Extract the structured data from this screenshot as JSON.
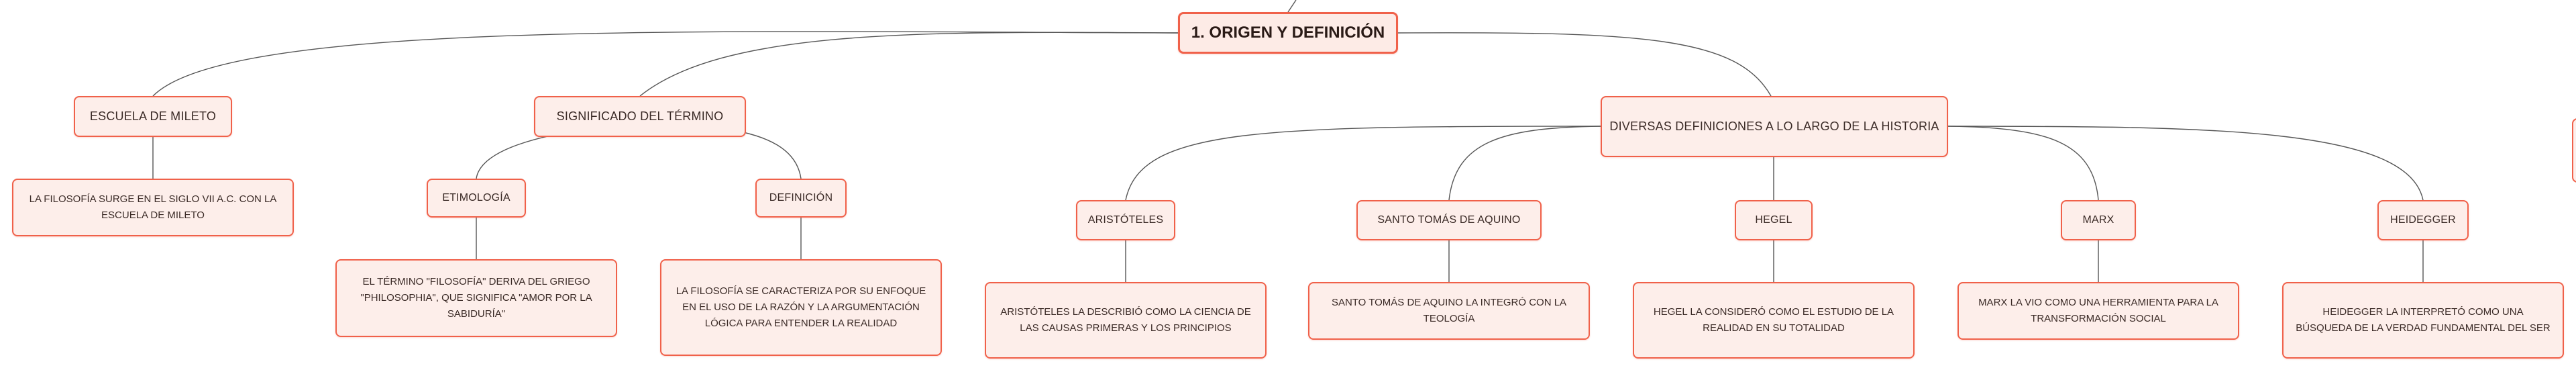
{
  "diagram": {
    "root": {
      "label": "1. ORIGEN Y DEFINICIÓN"
    },
    "branches": {
      "mileto": {
        "label": "ESCUELA DE MILETO",
        "text": "LA FILOSOFÍA SURGE EN EL SIGLO VII A.C. CON LA ESCUELA DE MILETO"
      },
      "significado": {
        "label": "SIGNIFICADO DEL TÉRMINO",
        "etimologia": {
          "label": "ETIMOLOGÍA",
          "text": "EL TÉRMINO \"FILOSOFÍA\" DERIVA DEL GRIEGO \"PHILOSOPHIA\", QUE SIGNIFICA \"AMOR POR LA SABIDURÍA\""
        },
        "definicion": {
          "label": "DEFINICIÓN",
          "text": "LA FILOSOFÍA SE CARACTERIZA POR SU ENFOQUE EN EL USO DE LA RAZÓN Y LA ARGUMENTACIÓN LÓGICA PARA ENTENDER LA REALIDAD"
        }
      },
      "diversas": {
        "label": "DIVERSAS DEFINICIONES A LO LARGO DE LA HISTORIA",
        "aristoteles": {
          "label": "ARISTÓTELES",
          "text": "ARISTÓTELES LA DESCRIBIÓ COMO LA CIENCIA DE LAS CAUSAS PRIMERAS Y LOS PRINCIPIOS"
        },
        "tomas": {
          "label": "SANTO TOMÁS DE AQUINO",
          "text": "SANTO TOMÁS DE AQUINO LA INTEGRÓ CON LA TEOLOGÍA"
        },
        "hegel": {
          "label": "HEGEL",
          "text": "HEGEL LA CONSIDERÓ COMO EL ESTUDIO DE LA REALIDAD EN SU TOTALIDAD"
        },
        "marx": {
          "label": "MARX",
          "text": "MARX LA VIO COMO UNA HERRAMIENTA PARA LA TRANSFORMACIÓN SOCIAL"
        },
        "heidegger": {
          "label": "HEIDEGGER",
          "text": "HEIDEGGER LA INTERPRETÓ COMO UNA BÚSQUEDA DE LA VERDAD FUNDAMENTAL DEL SER"
        }
      }
    },
    "colors": {
      "node_border": "#f0614a",
      "node_fill": "#fdeeea",
      "connector": "#555555",
      "text": "#3a2a26"
    }
  }
}
